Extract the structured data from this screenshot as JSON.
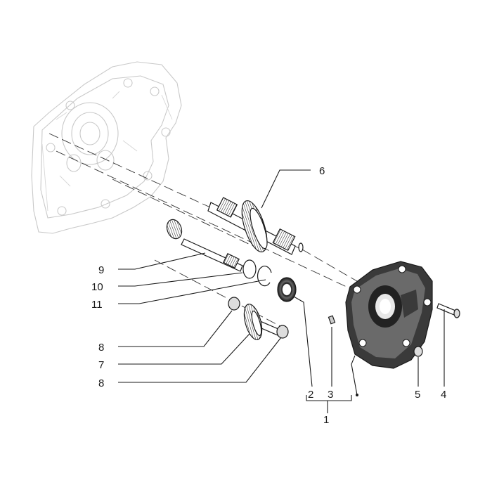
{
  "diagram": {
    "callouts": [
      {
        "id": "c6",
        "label": "6"
      },
      {
        "id": "c9",
        "label": "9"
      },
      {
        "id": "c10",
        "label": "10"
      },
      {
        "id": "c11",
        "label": "11"
      },
      {
        "id": "c8a",
        "label": "8"
      },
      {
        "id": "c7",
        "label": "7"
      },
      {
        "id": "c8b",
        "label": "8"
      },
      {
        "id": "c2",
        "label": "2"
      },
      {
        "id": "c3",
        "label": "3"
      },
      {
        "id": "c1",
        "label": "1"
      },
      {
        "id": "c5",
        "label": "5"
      },
      {
        "id": "c4",
        "label": "4"
      }
    ]
  }
}
